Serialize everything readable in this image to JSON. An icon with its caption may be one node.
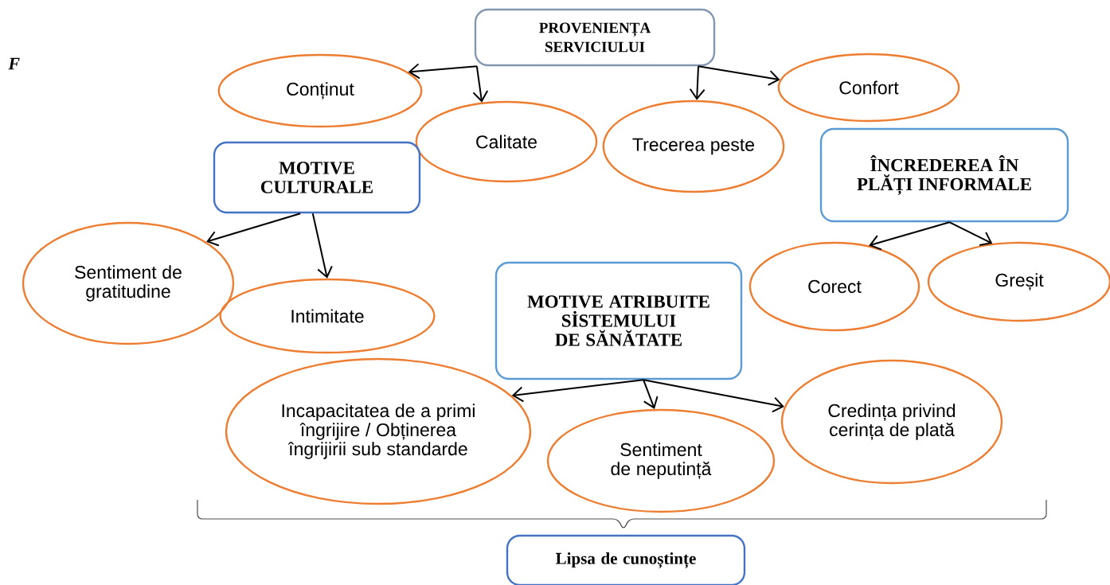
{
  "diagram": {
    "nodes": [
      {
        "text": [
          "PROVENIENȚA SERVICIULUI"
        ]
      },
      {
        "text": [
          "Conținut"
        ]
      },
      {
        "text": [
          "Calitate"
        ]
      },
      {
        "text": [
          "Trecerea peste"
        ]
      },
      {
        "text": [
          "Confort"
        ]
      },
      {
        "text": [
          "MOTIVE CULTURALE"
        ]
      },
      {
        "text": [
          "Sentiment de gratitudine"
        ]
      },
      {
        "text": [
          "Intimitate"
        ]
      },
      {
        "text": [
          "ÎNCREDEREA ÎN PLĂȚI INFORMALE"
        ]
      },
      {
        "text": [
          "Corect"
        ]
      },
      {
        "text": [
          "Greșit"
        ]
      },
      {
        "text": [
          "MOTIVE ATRIBUITE SİSTEMULUI DE SĂNĂTATE"
        ]
      },
      {
        "text": [
          "Incapacitatea de a primi îngrijire / Obținerea îngrijirii sub standarde"
        ]
      },
      {
        "text": [
          "Sentiment de neputință"
        ]
      },
      {
        "text": [
          "Credința privind cerința de plată"
        ]
      },
      {
        "text": [
          "Lipsa de cunoștințe"
        ]
      }
    ],
    "edges": [
      {
        "from": 0,
        "to": 1,
        "arrow": "to"
      },
      {
        "from": 0,
        "to": 2,
        "arrow": "to"
      },
      {
        "from": 0,
        "to": 3,
        "arrow": "to"
      },
      {
        "from": 0,
        "to": 4,
        "arrow": "to"
      },
      {
        "from": 5,
        "to": 6,
        "arrow": "to"
      },
      {
        "from": 5,
        "to": 7,
        "arrow": "to"
      },
      {
        "from": 8,
        "to": 9,
        "arrow": "to"
      },
      {
        "from": 8,
        "to": 10,
        "arrow": "to"
      },
      {
        "from": 11,
        "to": 12,
        "arrow": "to"
      },
      {
        "from": 11,
        "to": 13,
        "arrow": "to"
      },
      {
        "from": 11,
        "to": 14,
        "arrow": "to"
      }
    ],
    "labels": [
      "F"
    ]
  }
}
